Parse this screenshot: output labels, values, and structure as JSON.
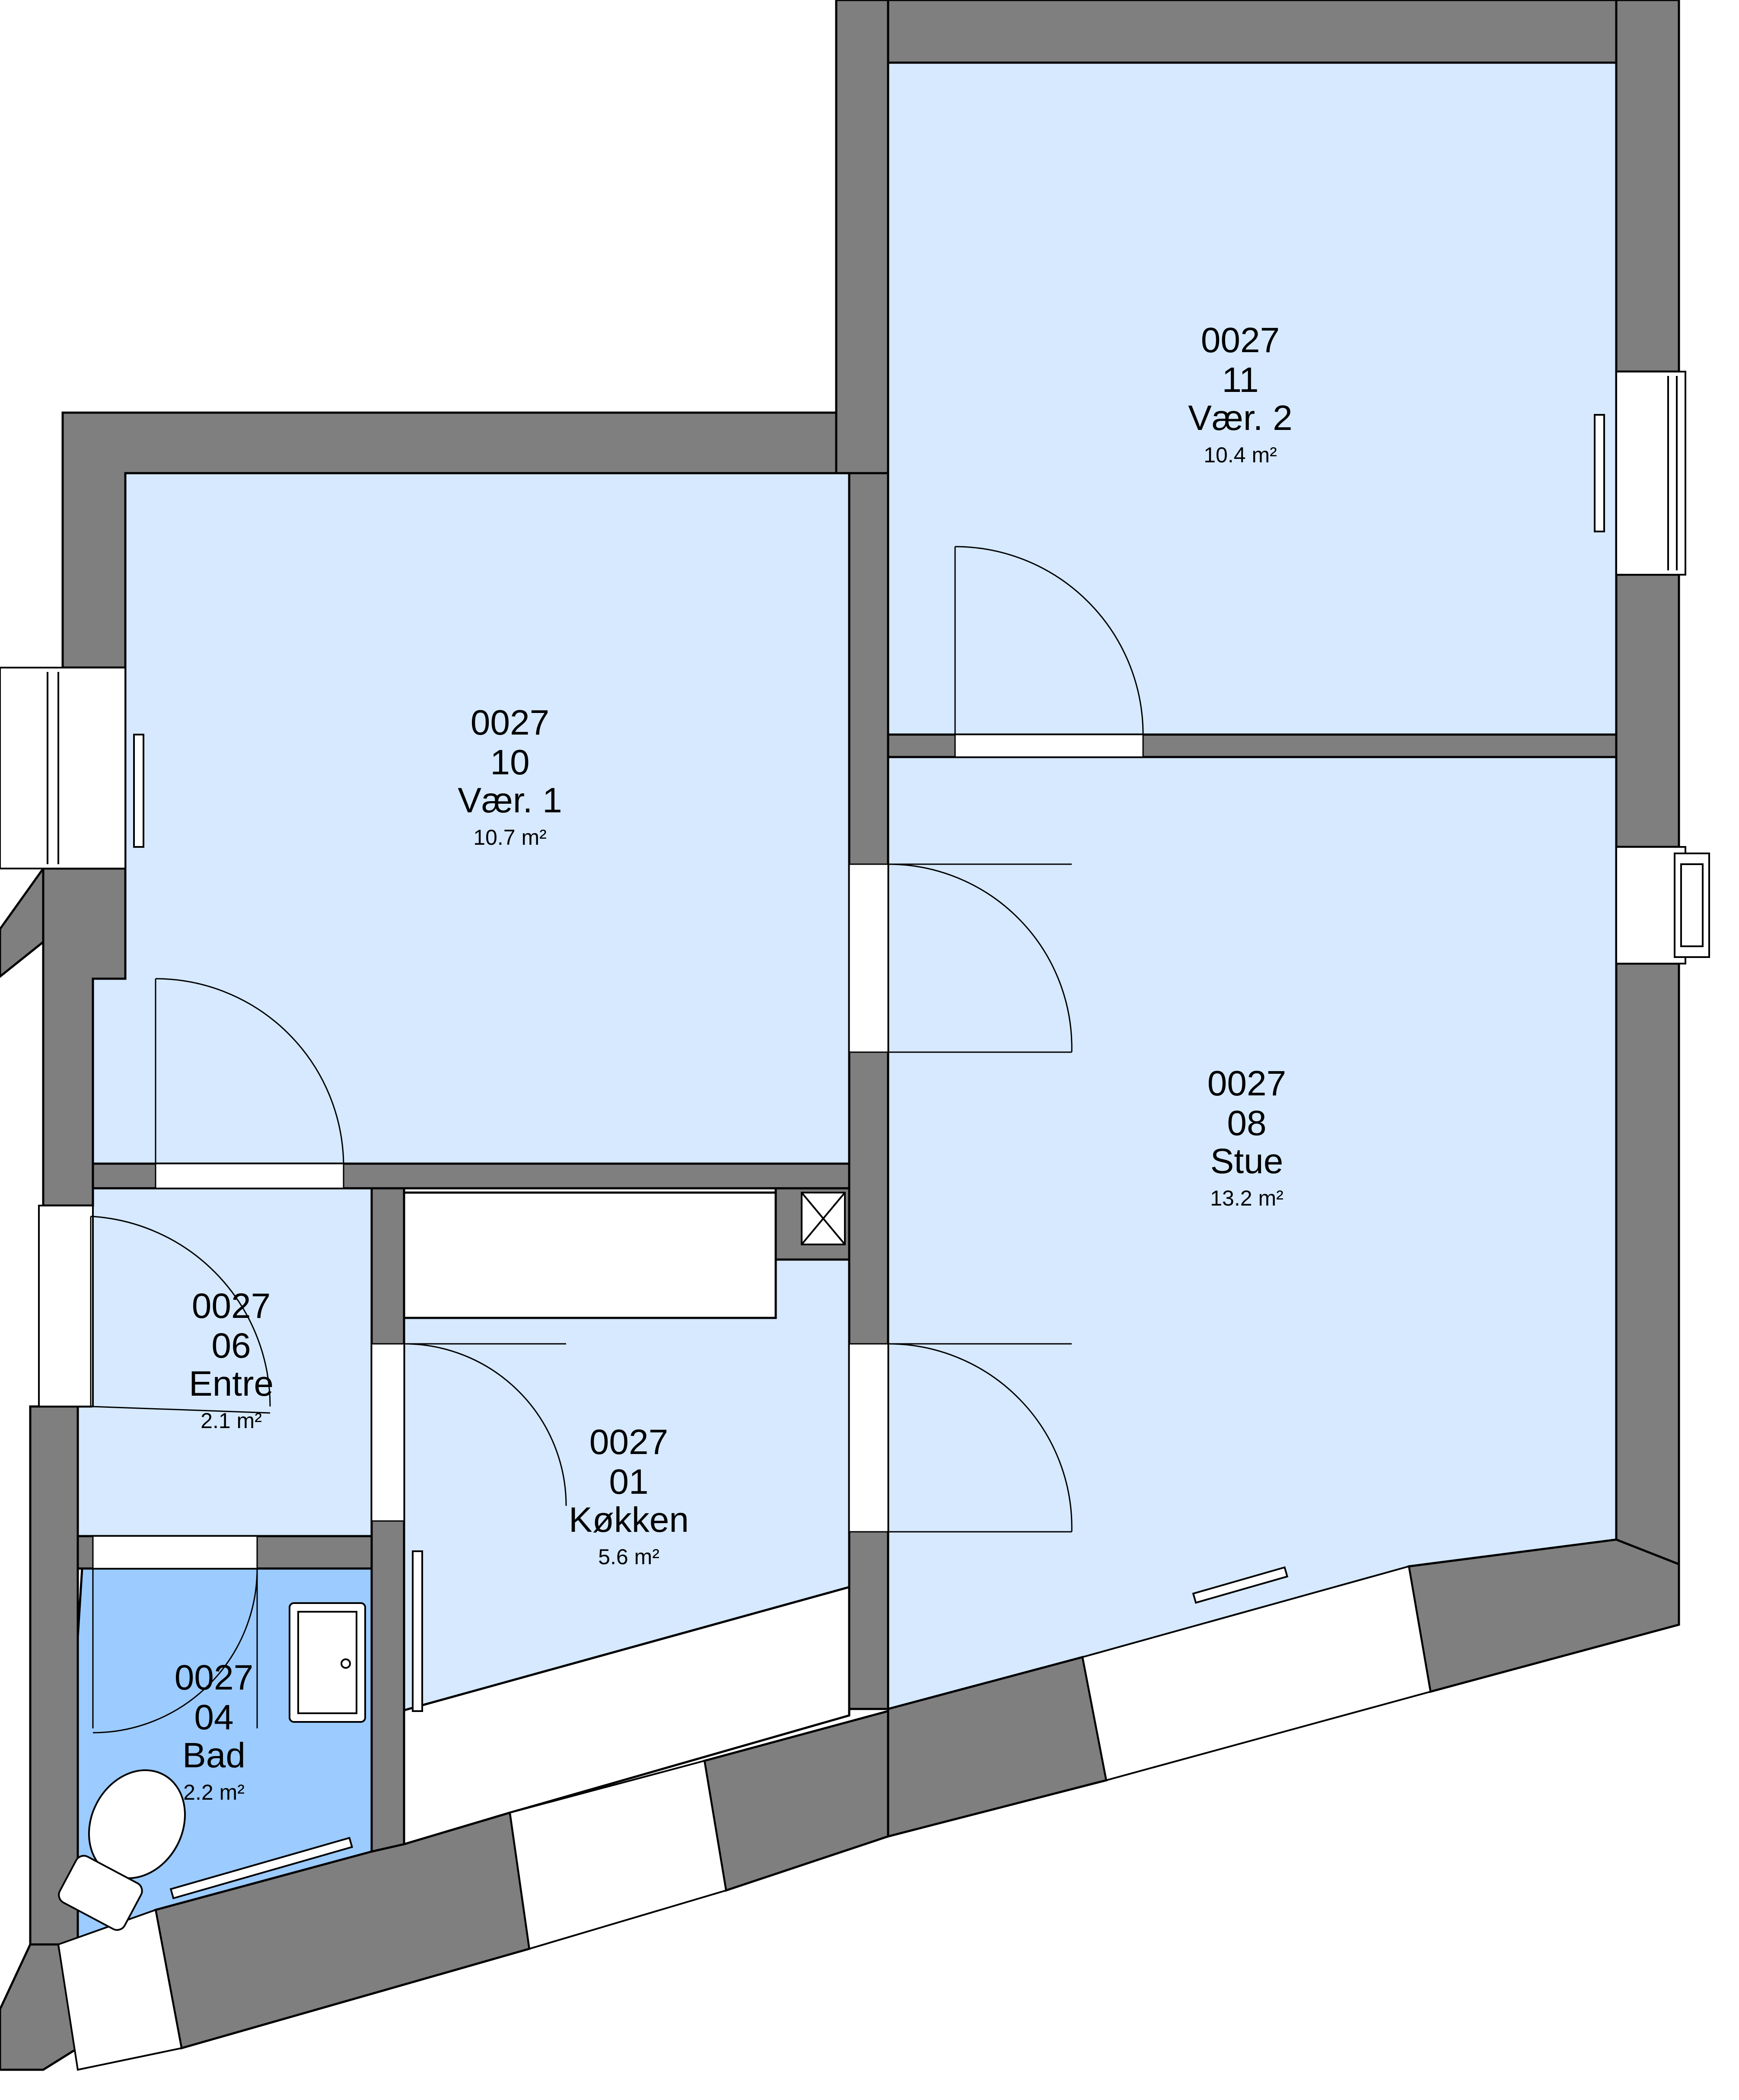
{
  "rooms": [
    {
      "id": "vaer2",
      "unit": "0027",
      "number": "11",
      "name": "Vær. 2",
      "area": "10.4 m²"
    },
    {
      "id": "vaer1",
      "unit": "0027",
      "number": "10",
      "name": "Vær. 1",
      "area": "10.7 m²"
    },
    {
      "id": "stue",
      "unit": "0027",
      "number": "08",
      "name": "Stue",
      "area": "13.2 m²"
    },
    {
      "id": "entre",
      "unit": "0027",
      "number": "06",
      "name": "Entre",
      "area": "2.1 m²"
    },
    {
      "id": "kokken",
      "unit": "0027",
      "number": "01",
      "name": "Køkken",
      "area": "5.6 m²"
    },
    {
      "id": "bad",
      "unit": "0027",
      "number": "04",
      "name": "Bad",
      "area": "2.2 m²"
    }
  ],
  "colors": {
    "room_fill": "#d6e9ff",
    "bath_fill": "#9ccbff",
    "wall": "#7f7f7f",
    "outline": "#000000",
    "background": "#ffffff"
  }
}
